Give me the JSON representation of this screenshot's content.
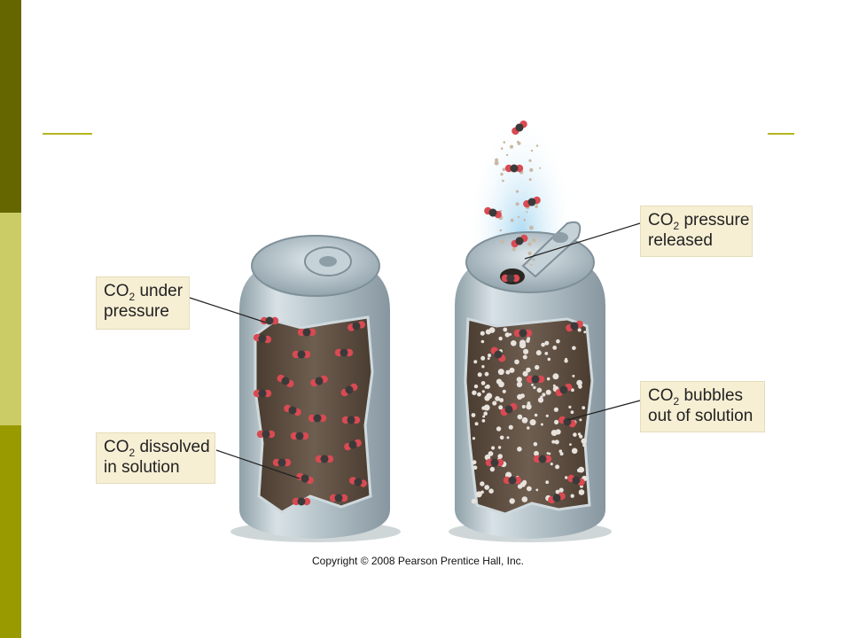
{
  "colors": {
    "stripe_dark": "#666600",
    "stripe_light": "#cccc66",
    "stripe_mid": "#999900",
    "rule": "#b5b51e",
    "can_body": "#b8c6cc",
    "soda": "#5a4a3c",
    "oxygen": "#d94a52",
    "carbon": "#3a3a3a",
    "callout_bg": "#f6efd4"
  },
  "callouts": {
    "under_pressure": {
      "prefix": "CO",
      "sub": "2",
      "rest": " under",
      "line2": "pressure"
    },
    "dissolved": {
      "prefix": "CO",
      "sub": "2",
      "rest": " dissolved",
      "line2": "in solution"
    },
    "released": {
      "prefix": "CO",
      "sub": "2",
      "rest": " pressure",
      "line2": "released"
    },
    "bubbles": {
      "prefix": "CO",
      "sub": "2",
      "rest": " bubbles",
      "line2": "out of solution"
    }
  },
  "copyright": "Copyright © 2008 Pearson Prentice Hall, Inc."
}
